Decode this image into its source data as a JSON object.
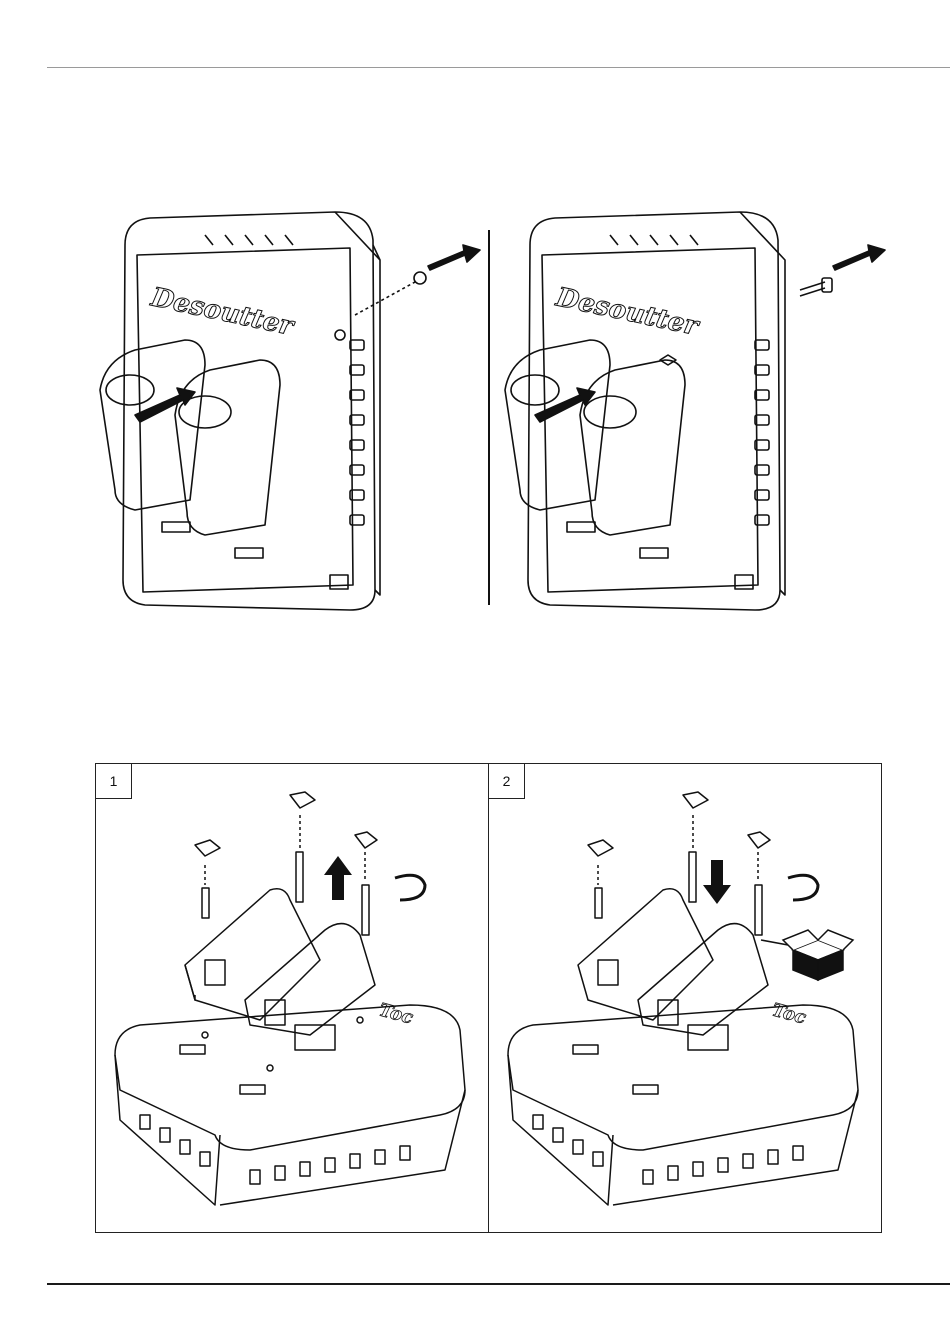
{
  "top_figures": {
    "brand_logo": "Desoutter"
  },
  "steps": {
    "step1_number": "1",
    "step2_number": "2"
  }
}
